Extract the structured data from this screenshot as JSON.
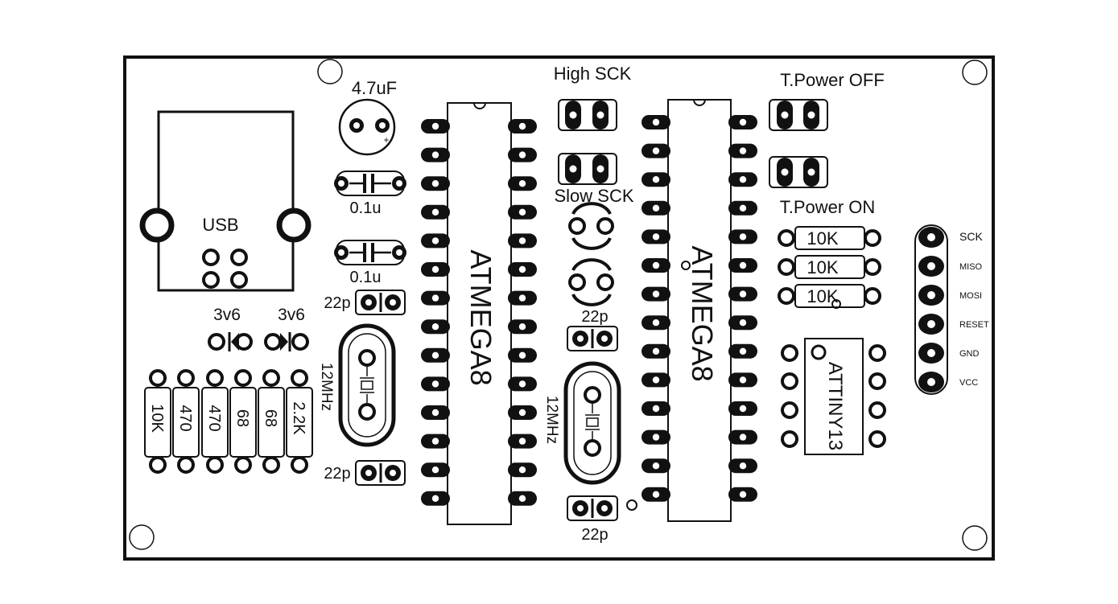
{
  "labels": {
    "cap_electrolytic": "4.7uF",
    "cap_polarity": "+",
    "cap1": "0.1u",
    "cap2": "0.1u",
    "usb": "USB",
    "zener1": "3v6",
    "zener2": "3v6",
    "res_vertical": [
      "10K",
      "470",
      "470",
      "68",
      "68",
      "2.2K"
    ],
    "cap_22p_1": "22p",
    "cap_22p_2": "22p",
    "cap_22p_3": "22p",
    "cap_22p_4": "22p",
    "crystal1": "12MHz",
    "crystal2": "12MHz",
    "chip1": "ATMEGA8",
    "chip2": "ATMEGA8",
    "jumper_high": "High SCK",
    "jumper_slow": "Slow SCK",
    "jumper_power_off": "T.Power OFF",
    "jumper_power_on": "T.Power ON",
    "res_horizontal": [
      "10K",
      "10K",
      "10K"
    ],
    "chip3": "ATTINY13",
    "header_pins": [
      "SCK",
      "MISO",
      "MOSI",
      "RESET",
      "GND",
      "VCC"
    ]
  }
}
